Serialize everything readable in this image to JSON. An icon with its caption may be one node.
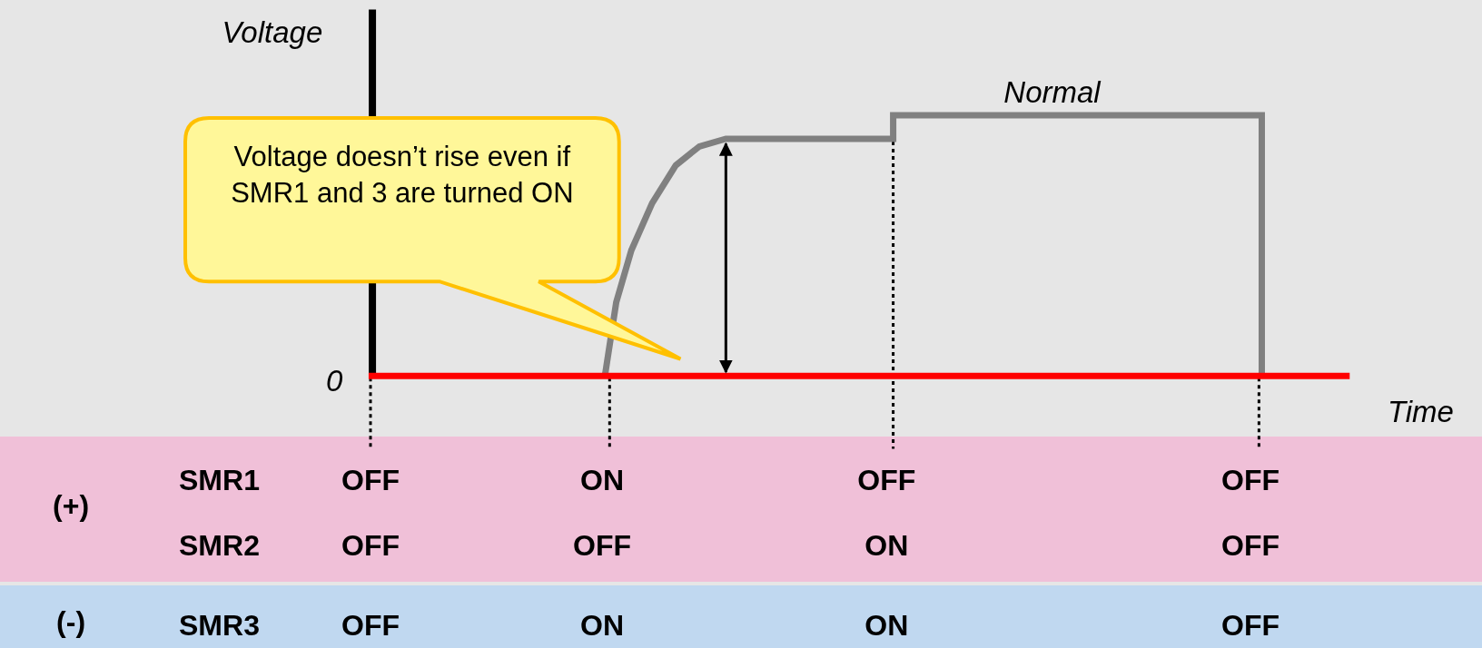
{
  "diagram": {
    "nodes": [
      {
        "text": [
          "Voltage doesn’t rise even if SMR1 and 3 are turned ON"
        ]
      },
      {
        "text": [
          "(+)"
        ]
      },
      {
        "text": [
          "(-)"
        ]
      }
    ],
    "labels": [
      "Voltage",
      "0",
      "Time",
      "Normal",
      "SMR1",
      "OFF",
      "ON",
      "OFF",
      "OFF",
      "SMR2",
      "OFF",
      "OFF",
      "ON",
      "OFF",
      "SMR3",
      "OFF",
      "ON",
      "ON",
      "OFF"
    ]
  }
}
